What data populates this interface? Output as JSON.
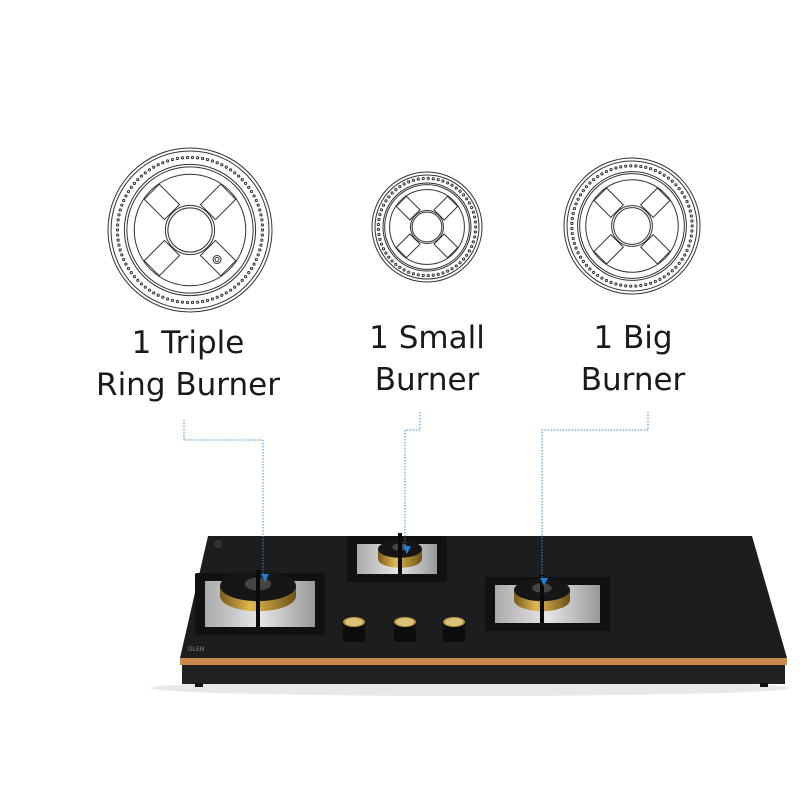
{
  "burners": [
    {
      "line1": "1 Triple",
      "line2": "Ring Burner",
      "icon": "triple-ring-burner-icon"
    },
    {
      "line1": "1 Small",
      "line2": "Burner",
      "icon": "small-burner-icon"
    },
    {
      "line1": "1 Big",
      "line2": "Burner",
      "icon": "big-burner-icon"
    }
  ],
  "brand_logo": "GLEN",
  "colors": {
    "leader_line": "#3a8fd0",
    "glass": "#1c1d1f",
    "copper_trim": "#c8894c",
    "brass": "#b8913a"
  }
}
